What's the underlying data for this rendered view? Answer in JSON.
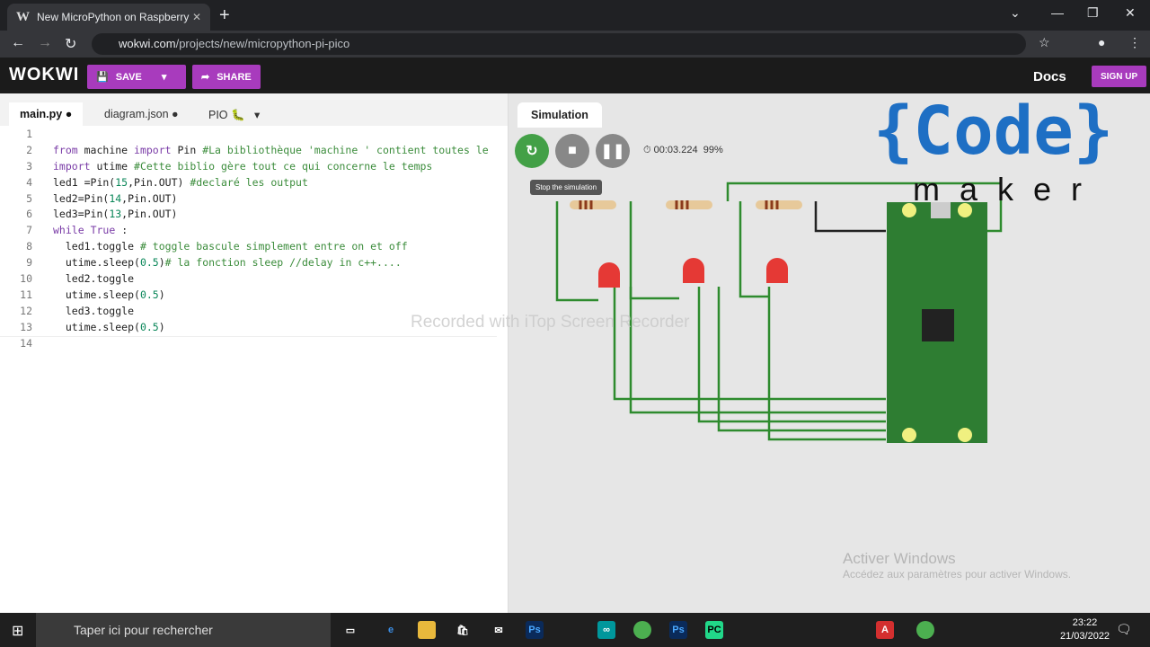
{
  "browser": {
    "tab_title": "New MicroPython on Raspberry",
    "favicon": "W",
    "url_domain": "wokwi.com",
    "url_path": "/projects/new/micropython-pi-pico"
  },
  "header": {
    "logo": "WOKWI",
    "save": "SAVE",
    "share": "SHARE",
    "docs": "Docs",
    "signup": "SIGN UP",
    "accent": "#a83bbd"
  },
  "editor": {
    "tabs": [
      {
        "label": "main.py",
        "modified": true
      },
      {
        "label": "diagram.json",
        "modified": true
      },
      {
        "label": "PIO"
      }
    ],
    "lines": [
      {
        "n": "1",
        "text": ""
      },
      {
        "n": "2",
        "text": "from machine import Pin #La bibliothèque 'machine ' contient toutes le"
      },
      {
        "n": "3",
        "text": "import utime #Cette biblio gère tout ce qui concerne le temps"
      },
      {
        "n": "4",
        "text": "led1 =Pin(15,Pin.OUT) #declaré les output"
      },
      {
        "n": "5",
        "text": "led2=Pin(14,Pin.OUT)"
      },
      {
        "n": "6",
        "text": "led3=Pin(13,Pin.OUT)"
      },
      {
        "n": "7",
        "text": "while True :"
      },
      {
        "n": "8",
        "text": "  led1.toggle # toggle bascule simplement entre on et off"
      },
      {
        "n": "9",
        "text": "  utime.sleep(0.5)# la fonction sleep //delay in c++...."
      },
      {
        "n": "10",
        "text": "  led2.toggle"
      },
      {
        "n": "11",
        "text": "  utime.sleep(0.5)"
      },
      {
        "n": "12",
        "text": "  led3.toggle"
      },
      {
        "n": "13",
        "text": "  utime.sleep(0.5)"
      },
      {
        "n": "14",
        "text": ""
      }
    ]
  },
  "simulation": {
    "tab": "Simulation",
    "tooltip": "Stop the simulation",
    "timer": "00:03.224",
    "cpu": "99%"
  },
  "overlay": {
    "logo_top": "{Code}",
    "logo_bottom": "maker",
    "watermark": "Recorded with iTop Screen Recorder",
    "activate_title": "Activer Windows",
    "activate_sub": "Accédez aux paramètres pour activer Windows."
  },
  "taskbar": {
    "search": "Taper ici pour rechercher",
    "time": "23:22",
    "date": "21/03/2022"
  }
}
